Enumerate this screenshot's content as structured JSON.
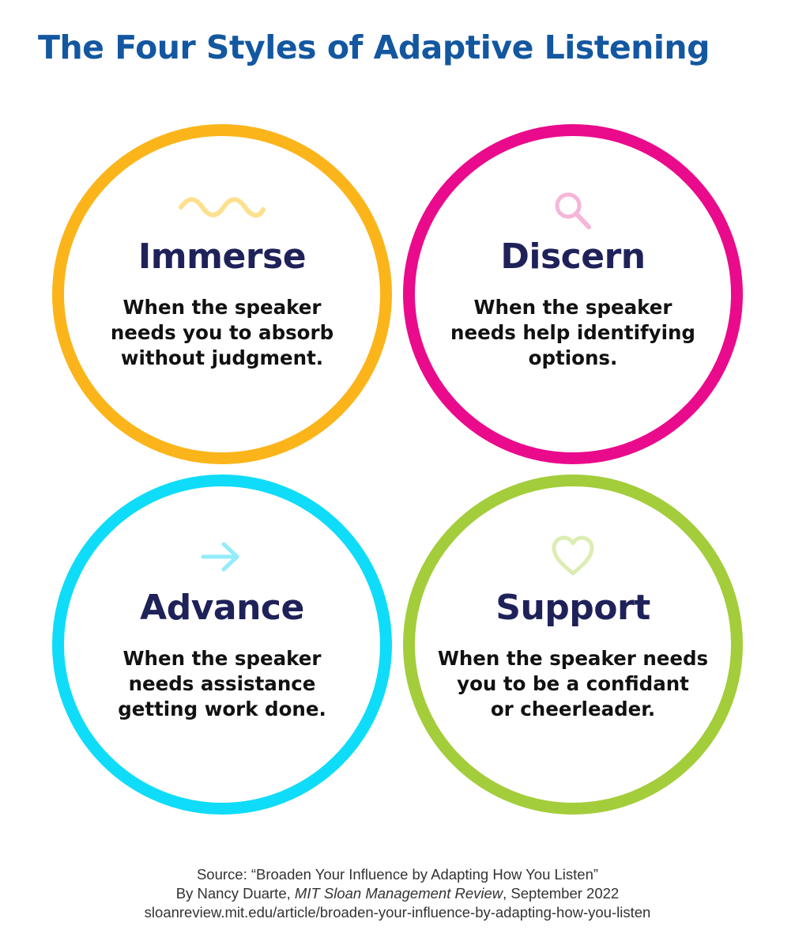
{
  "title": "The Four Styles of Adaptive Listening",
  "colors": {
    "title": "#1357a0",
    "heading": "#1f2159",
    "immerse": "#fbb51b",
    "discern": "#ea0a8c",
    "advance": "#0fdcf8",
    "support": "#a3cd3b"
  },
  "styles": [
    {
      "id": "immerse",
      "icon": "wave-icon",
      "heading": "Immerse",
      "lines": [
        "When the speaker",
        "needs you to absorb",
        "without judgment."
      ]
    },
    {
      "id": "discern",
      "icon": "magnifier-icon",
      "heading": "Discern",
      "lines": [
        "When the speaker",
        "needs help identifying",
        "options."
      ]
    },
    {
      "id": "advance",
      "icon": "arrow-right-icon",
      "heading": "Advance",
      "lines": [
        "When the speaker",
        "needs assistance",
        "getting work done."
      ]
    },
    {
      "id": "support",
      "icon": "heart-icon",
      "heading": "Support",
      "lines": [
        "When the speaker needs",
        "you to be a confidant",
        "or cheerleader."
      ]
    }
  ],
  "source": {
    "line1": "Source: “Broaden Your Influence by Adapting How You Listen”",
    "byline_prefix": "By Nancy Duarte, ",
    "publication": "MIT Sloan Management Review",
    "byline_suffix": ", September 2022",
    "url": "sloanreview.mit.edu/article/broaden-your-influence-by-adapting-how-you-listen"
  }
}
